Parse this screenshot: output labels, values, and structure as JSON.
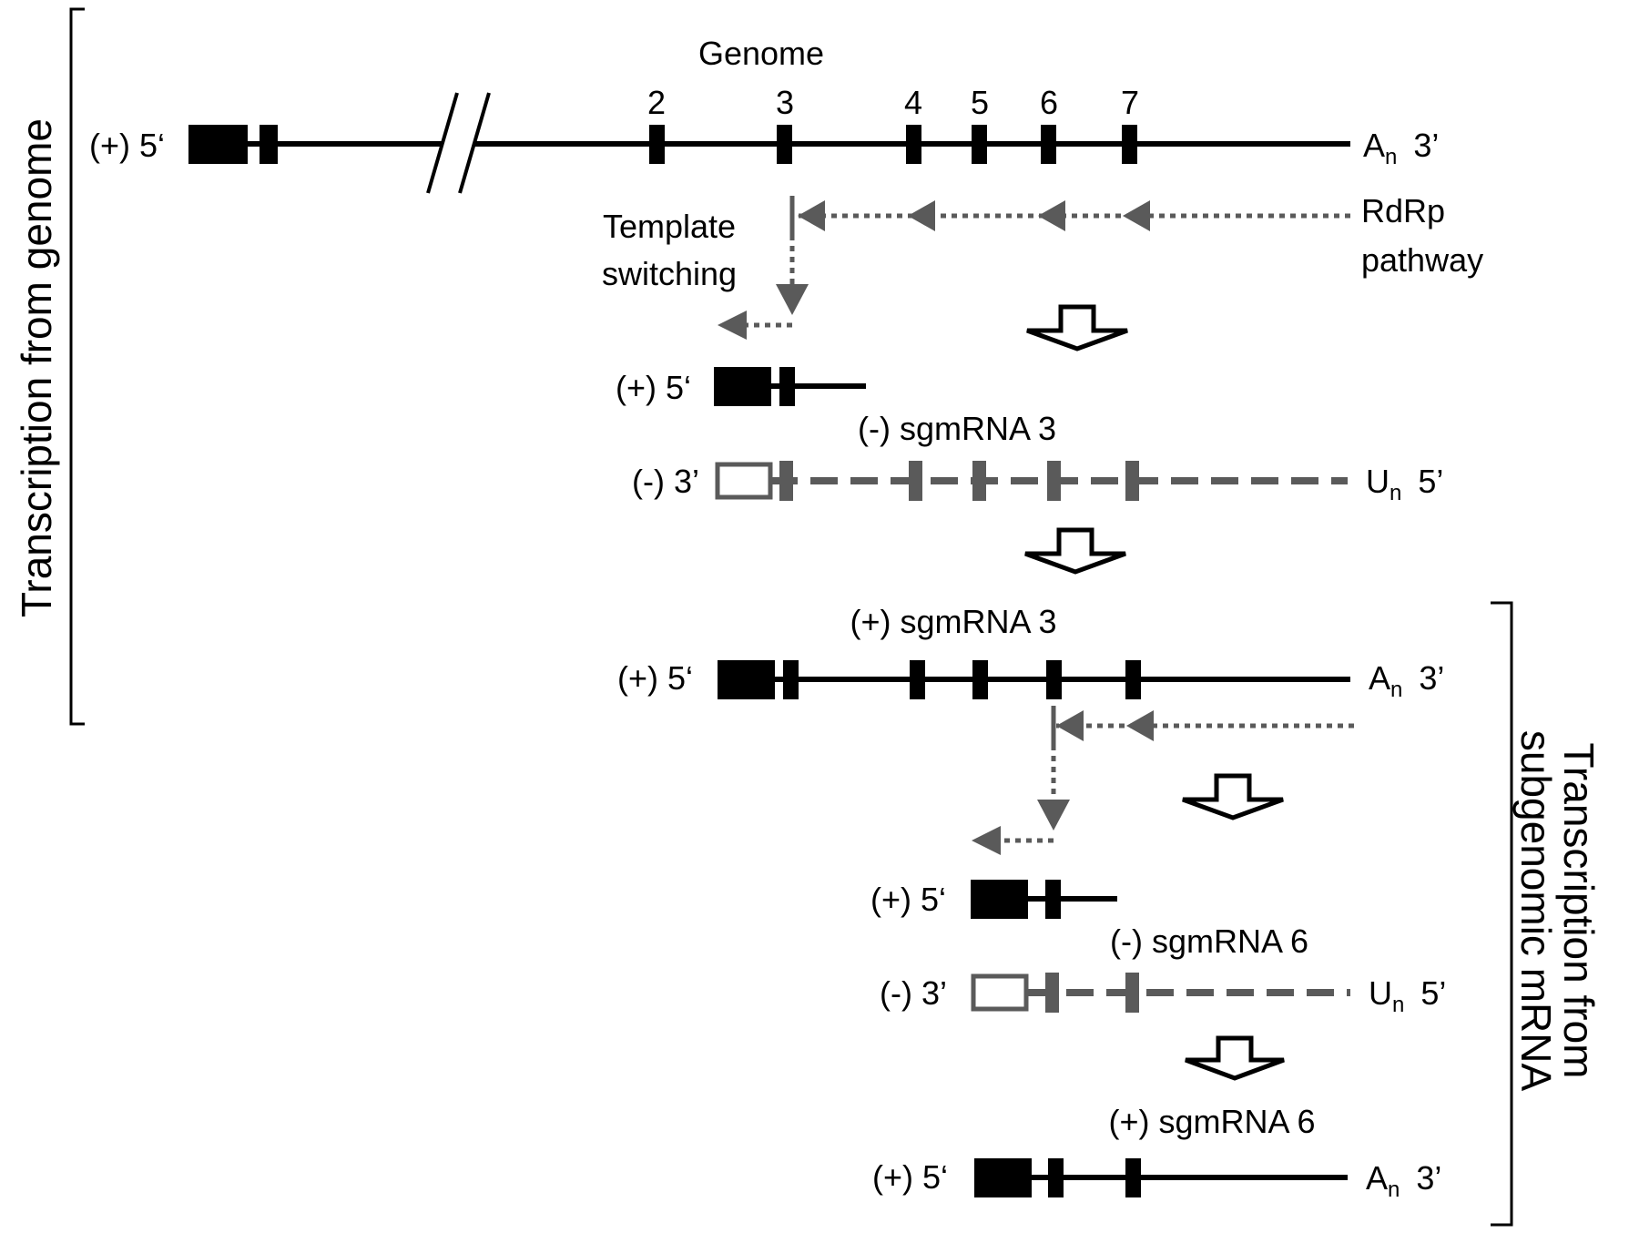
{
  "colors": {
    "strand": "#000000",
    "minus": "#5a5a5a",
    "background": "#ffffff"
  },
  "genome": {
    "title": "Genome",
    "five_prime": "(+) 5‘",
    "three_prime_base": "A",
    "three_prime_sub": "n",
    "three_prime_end": "3’",
    "markers": [
      "2",
      "3",
      "4",
      "5",
      "6",
      "7"
    ]
  },
  "pathway": {
    "template_switching": [
      "Template",
      "switching"
    ],
    "rdrp": [
      "RdRp",
      "pathway"
    ]
  },
  "sg3": {
    "plus_short_five": "(+) 5‘",
    "minus_title": "(-) sgmRNA 3",
    "minus_three": "(-) 3’",
    "minus_end_base": "U",
    "minus_end_sub": "n",
    "minus_end_five": "5’",
    "plus_title": "(+) sgmRNA 3",
    "plus_five": "(+) 5‘",
    "plus_end_base": "A",
    "plus_end_sub": "n",
    "plus_end_three": "3’"
  },
  "sg6": {
    "plus_short_five": "(+) 5‘",
    "minus_title": "(-) sgmRNA 6",
    "minus_three": "(-) 3’",
    "minus_end_base": "U",
    "minus_end_sub": "n",
    "minus_end_five": "5’",
    "plus_title": "(+) sgmRNA 6",
    "plus_five": "(+) 5‘",
    "plus_end_base": "A",
    "plus_end_sub": "n",
    "plus_end_three": "3’"
  },
  "brackets": {
    "left_label": "Transcription from genome",
    "right_label": [
      "Transcription from",
      "subgenomic mRNA"
    ]
  }
}
